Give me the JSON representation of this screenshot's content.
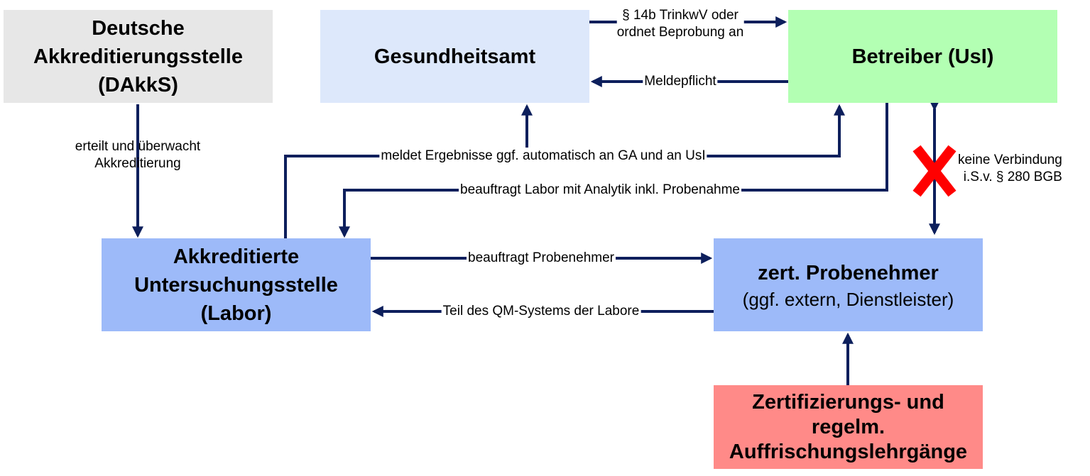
{
  "nodes": {
    "dakks": [
      "Deutsche",
      "Akkreditierungsstelle",
      "(DAkkS)"
    ],
    "gesundheitsamt": [
      "Gesundheitsamt"
    ],
    "betreiber": [
      "Betreiber (UsI)"
    ],
    "labor": [
      "Akkreditierte",
      "Untersuchungsstelle",
      "(Labor)"
    ],
    "probenehmer": {
      "title": "zert. Probenehmer",
      "subtitle": "(ggf. extern, Dienstleister)"
    },
    "lehrgang": [
      "Zertifizierungs- und",
      "regelm.",
      "Auffrischungslehrgänge"
    ]
  },
  "edges": {
    "dakks_labor": [
      "erteilt und überwacht",
      "Akkreditierung"
    ],
    "ga_betreiber": [
      "§ 14b TrinkwV oder",
      "ordnet Beprobung an"
    ],
    "betreiber_ga": "Meldepflicht",
    "labor_ga_betreiber": "meldet Ergebnisse ggf. automatisch an GA und an UsI",
    "betreiber_labor": "beauftragt Labor mit Analytik inkl. Probenahme",
    "labor_probenehmer": "beauftragt Probenehmer",
    "probenehmer_labor": "Teil des QM-Systems der Labore",
    "betreiber_probenehmer": [
      "keine Verbindung",
      "i.S.v. § 280 BGB"
    ]
  },
  "colors": {
    "arrow": "#0d1f5c",
    "cross": "#ff0000",
    "dakks_fill": "#e7e7e7",
    "ga_fill": "#dde8fb",
    "betreiber_fill": "#b3ffb3",
    "labor_fill": "#9dbaf9",
    "probenehmer_fill": "#9dbaf9",
    "lehrgang_fill": "#ff8a88"
  }
}
